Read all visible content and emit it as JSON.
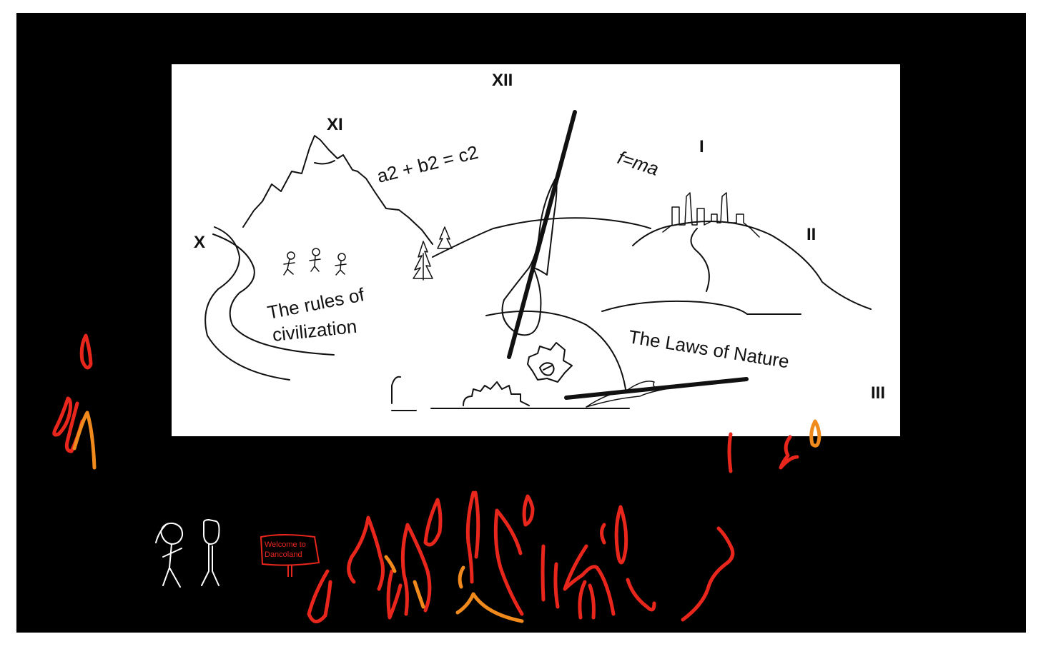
{
  "clock_numerals": {
    "xii": "XII",
    "xi": "XI",
    "x": "X",
    "i": "I",
    "ii": "II",
    "iii": "III"
  },
  "labels": {
    "pythagoras": "a2 + b2 = c2",
    "newton": "f=ma",
    "civilization_line1": "The rules of",
    "civilization_line2": "civilization",
    "nature": "The Laws of Nature"
  },
  "sign": {
    "line1": "Welcome to",
    "line2": "Dancoland"
  },
  "colors": {
    "background": "#000000",
    "panel": "#ffffff",
    "ink": "#111111",
    "flame_red": "#e8261c",
    "flame_orange": "#f08a1c",
    "figure_white": "#ffffff"
  }
}
